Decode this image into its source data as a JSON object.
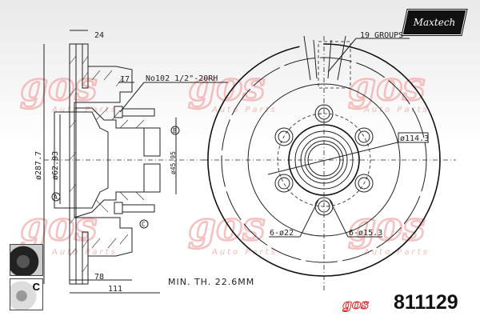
{
  "brand": {
    "logo": "Maxtech",
    "watermark": "gos",
    "watermark_sub": "Auto Parts",
    "footer_logo": "gos"
  },
  "part_number": "811129",
  "dimensions": {
    "width": "24",
    "stud_offset": "17",
    "stud_spec": "No102 1/2\"-20RH",
    "outer_diameter": "ø287.7",
    "center_bore": "ø62.93",
    "inner_bore": "ø45.95",
    "hat_depth": "78",
    "total_height": "111",
    "min_thickness": "MIN. TH. 22.6MM",
    "vent_groups": "19 GROUPS",
    "pcd": "ø114.3",
    "holes_large": "6-ø22",
    "holes_small": "6-ø15.3"
  },
  "datums": {
    "a": "A",
    "b": "B",
    "c": "C"
  },
  "badges": {
    "coated": "C"
  }
}
